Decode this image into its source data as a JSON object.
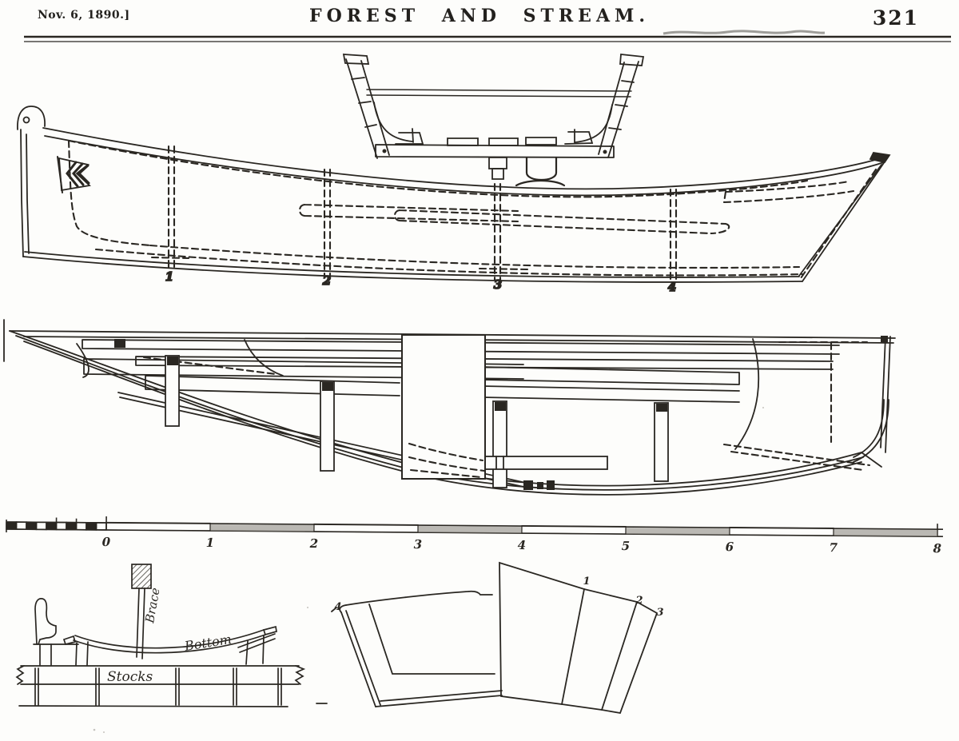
{
  "header": {
    "date": "Nov. 6, 1890.]",
    "title": "FOREST AND STREAM.",
    "page_number": "321"
  },
  "side_view": {
    "stations": [
      "1",
      "2",
      "3",
      "4"
    ]
  },
  "ruler": {
    "unit_labels": [
      "0",
      "1",
      "2",
      "3",
      "4",
      "5",
      "6",
      "7",
      "8"
    ]
  },
  "stocks_diagram": {
    "brace_label": "Brace",
    "bottom_label": "Bottom",
    "stocks_label": "Stocks"
  },
  "pattern_diagram": {
    "section_labels": [
      "1",
      "2",
      "3",
      "4"
    ]
  },
  "icons": {
    "pennant_flag": "chevron-pennant-flag"
  },
  "colors": {
    "ink": "#2a2722",
    "paper": "#fdfdfb"
  }
}
